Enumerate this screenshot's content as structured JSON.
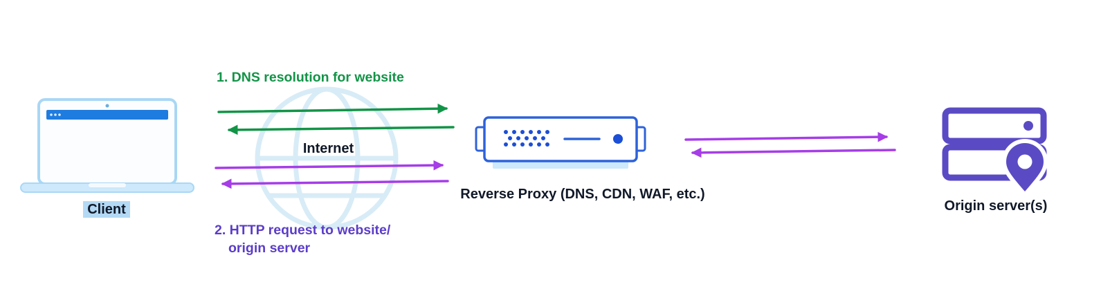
{
  "nodes": {
    "client": {
      "label": "Client"
    },
    "internet": {
      "label": "Internet"
    },
    "reverse_proxy": {
      "label": "Reverse Proxy (DNS, CDN, WAF, etc.)"
    },
    "origin": {
      "label": "Origin server(s)"
    }
  },
  "flows": {
    "dns": {
      "label": "1. DNS resolution for website",
      "color": "#129447",
      "direction": "bidirectional"
    },
    "http": {
      "line1": "2. HTTP request to website/",
      "line2": "origin server",
      "text_color": "#5b3dc8",
      "arrow_color": "#a63de8",
      "direction": "bidirectional"
    },
    "proxy_origin": {
      "arrow_color": "#a63de8",
      "direction": "bidirectional"
    }
  },
  "colors": {
    "green": "#129447",
    "purple_arrow": "#a63de8",
    "indigo_text": "#5b3dc8",
    "origin_purple": "#5a4bc4",
    "proxy_blue": "#2e62d9",
    "proxy_dot": "#1c4fd6",
    "titlebar_blue": "#1e7ce0",
    "laptop_light": "#cde9fb",
    "laptop_pale": "#a9d7f5",
    "globe": "#d8ecf7",
    "highlight": "#b3d9f5",
    "ink": "#101828"
  }
}
